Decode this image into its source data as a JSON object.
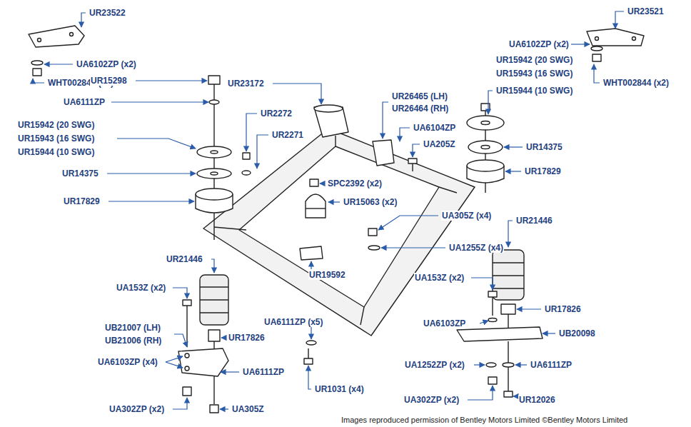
{
  "diagram": {
    "caption": "Images reproduced permission of Bentley Motors Limited ©Bentley Motors Limited",
    "labels": [
      "UR23522",
      "UA6102ZP (x2)",
      "WHT002844 (x2)",
      "UR15298",
      "UA6111ZP",
      "UR15942 (20 SWG)",
      "UR15943 (16 SWG)",
      "UR15944 (10 SWG)",
      "UR14375",
      "UR17829",
      "UR23172",
      "UR2272",
      "UR2271",
      "UR26465 (LH)",
      "UR26464 (RH)",
      "UA6104ZP",
      "UA205Z",
      "SPC2392 (x2)",
      "UR15063 (x2)",
      "UR21446",
      "UA153Z (x2)",
      "UR19592",
      "UB21007 (LH)",
      "UB21006 (RH)",
      "UR17826",
      "UA6103ZP (x4)",
      "UA6111ZP",
      "UA302ZP (x2)",
      "UA305Z",
      "UA6111ZP (x5)",
      "UR1031 (x4)",
      "UR23521",
      "UA6102ZP (x2)",
      "WHT002844 (x2)",
      "UR15942 (20 SWG)",
      "UR15943 (16 SWG)",
      "UR15944 (10 SWG)",
      "UR14375",
      "UR17829",
      "UA305Z (x4)",
      "UA1255Z (x4)",
      "UR21446",
      "UA153Z (x2)",
      "UR17826",
      "UA6103ZP",
      "UB20098",
      "UA1252ZP (x2)",
      "UA6111ZP",
      "UA302ZP (x2)",
      "UR12026"
    ]
  }
}
